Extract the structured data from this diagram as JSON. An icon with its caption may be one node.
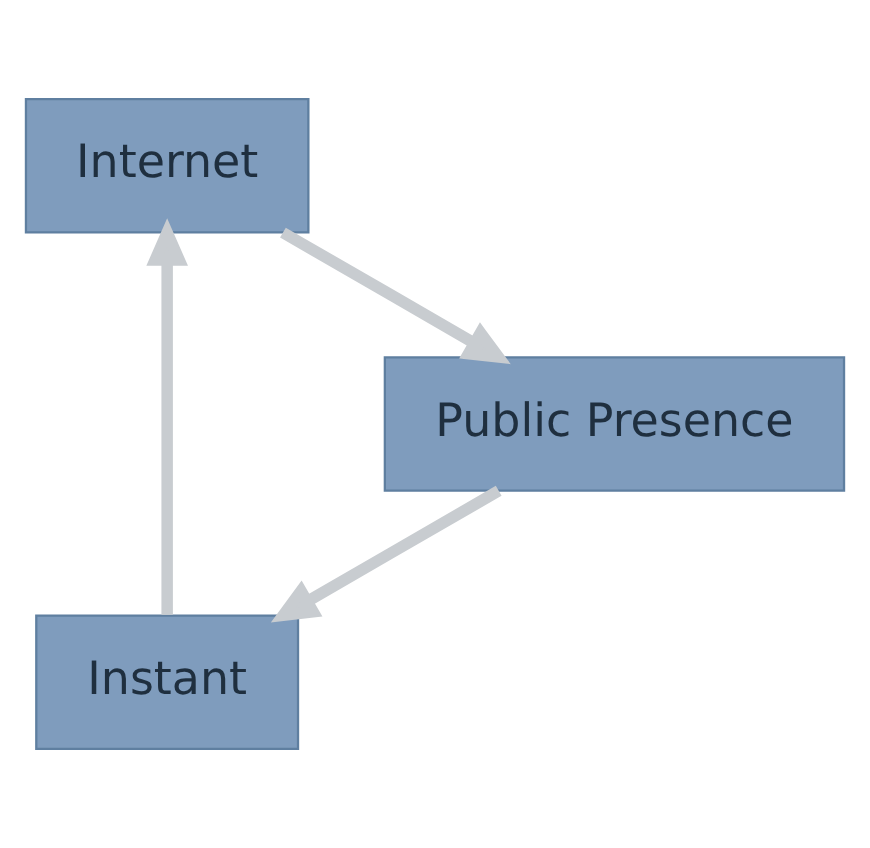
{
  "diagram": {
    "nodes": [
      {
        "text": [
          "Instant"
        ]
      },
      {
        "text": [
          "Internet"
        ]
      },
      {
        "text": [
          "Public Presence"
        ]
      }
    ],
    "edges": [
      {
        "from": 0,
        "to": 1,
        "arrow": "to"
      },
      {
        "from": 1,
        "to": 2,
        "arrow": "to"
      },
      {
        "from": 2,
        "to": 0,
        "arrow": "to"
      }
    ]
  }
}
